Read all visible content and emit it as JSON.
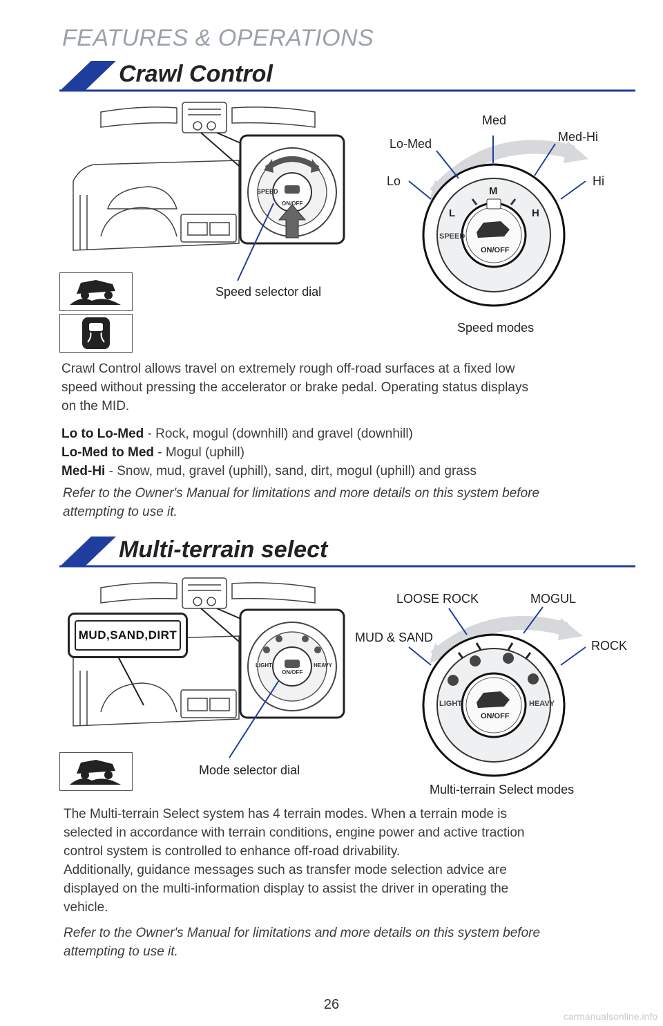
{
  "header": {
    "title": "FEATURES & OPERATIONS"
  },
  "crawl": {
    "title": "Crawl Control",
    "dial_labels": {
      "speed": "SPEED",
      "onoff": "ON/OFF",
      "l": "L",
      "m": "M",
      "h": "H"
    },
    "speed_selector_caption": "Speed selector dial",
    "speed_modes_caption": "Speed modes",
    "modes": {
      "lo": "Lo",
      "lo_med": "Lo-Med",
      "med": "Med",
      "med_hi": "Med-Hi",
      "hi": "Hi"
    },
    "description": [
      "Crawl Control allows travel on extremely rough off-road surfaces at a fixed low",
      "speed without pressing the accelerator or brake pedal. Operating status displays",
      "on the MID."
    ],
    "ranges": [
      {
        "term": "Lo to Lo-Med",
        "text": " - Rock, mogul (downhill) and gravel (downhill)"
      },
      {
        "term": "Lo-Med to Med",
        "text": " - Mogul (uphill)"
      },
      {
        "term": "Med-Hi",
        "text": " - Snow, mud, gravel (uphill), sand, dirt, mogul (uphill) and grass"
      }
    ],
    "note": [
      "Refer to the Owner's Manual for limitations and more details on this system before",
      "attempting to use it."
    ]
  },
  "mts": {
    "title": "Multi-terrain select",
    "display_text": "MUD,SAND,DIRT",
    "dial_labels": {
      "light": "LIGHT",
      "heavy": "HEAVY",
      "onoff": "ON/OFF"
    },
    "mode_selector_caption": "Mode selector dial",
    "modes_caption": "Multi-terrain Select modes",
    "modes": {
      "mud_sand": "MUD & SAND",
      "loose_rock": "LOOSE ROCK",
      "mogul": "MOGUL",
      "rock": "ROCK"
    },
    "description": [
      "The Multi-terrain Select system has 4 terrain modes. When a terrain mode is",
      "selected in accordance with terrain conditions, engine power and active traction",
      "control system is controlled to enhance off-road drivability.",
      "Additionally, guidance messages such as transfer mode selection advice are",
      "displayed on the multi-information display to assist the driver in operating the",
      "vehicle."
    ],
    "note": [
      "Refer to the Owner's Manual for limitations and more details on this system before",
      "attempting to use it."
    ]
  },
  "page_number": "26",
  "watermark": "carmanualsonline.info",
  "colors": {
    "accent": "#1f3e9e",
    "header_gray": "#9aa1aa"
  }
}
